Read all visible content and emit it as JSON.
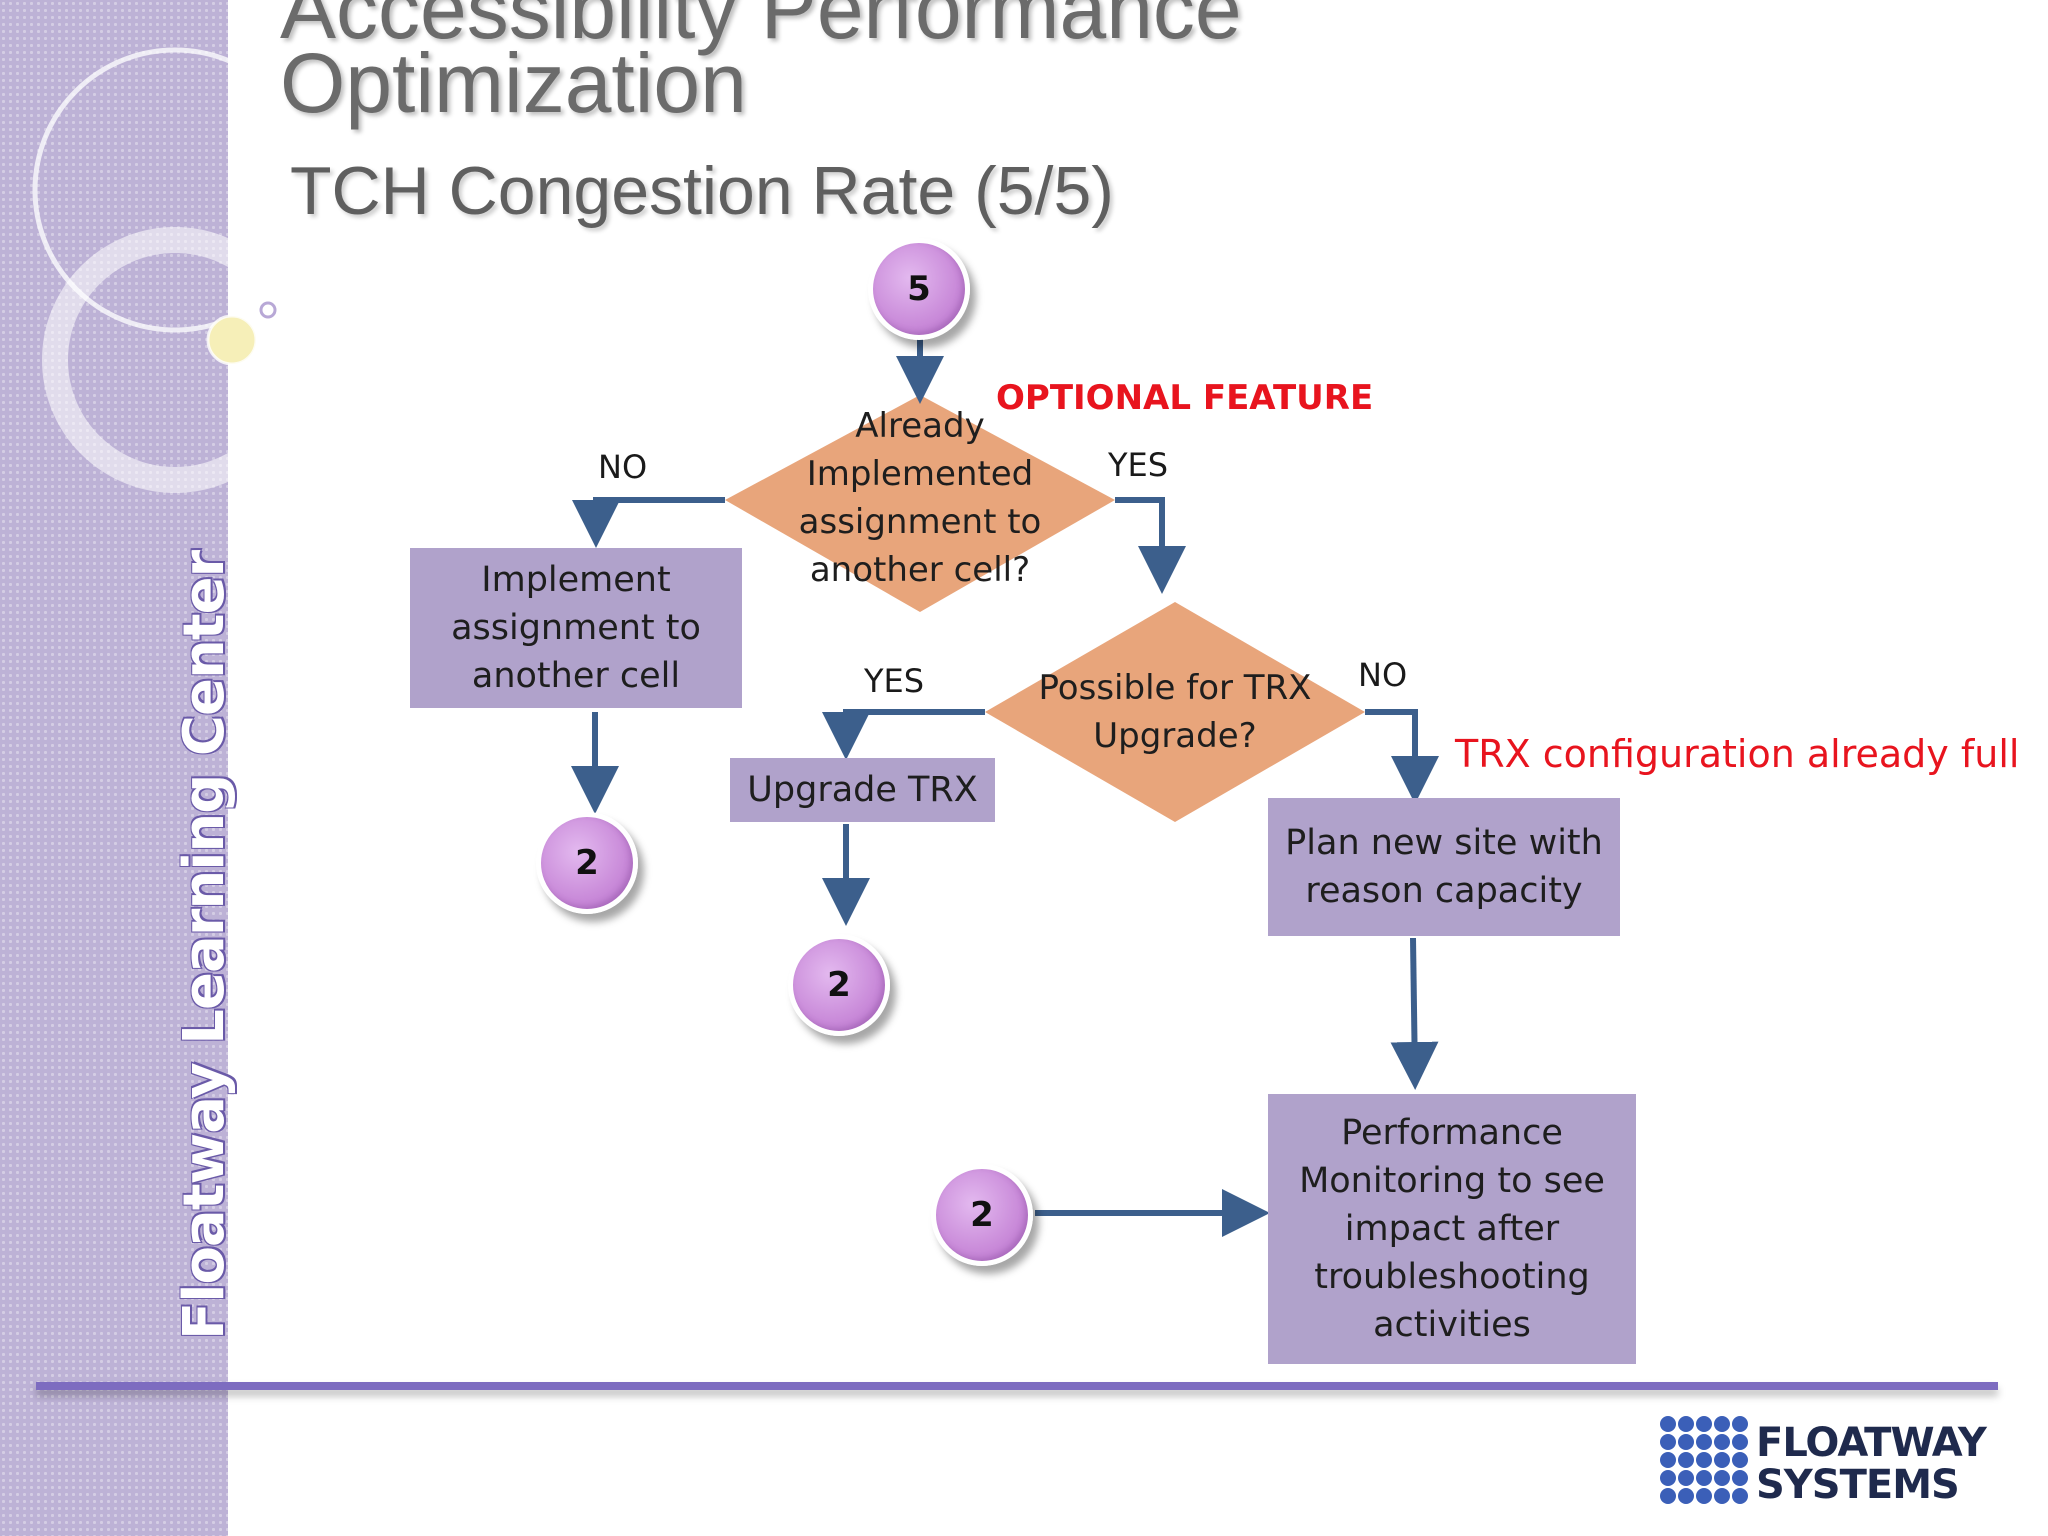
{
  "title": "Accessibility Performance\nOptimization",
  "subtitle": "TCH Congestion Rate (5/5)",
  "side_label": "Floatway Learning Center",
  "logo": {
    "line1": "FLOATWAY",
    "line2": "SYSTEMS"
  },
  "colors": {
    "process_box": "#b0a2cb",
    "decision": "#e8a57b",
    "connector": "#c98ad9",
    "arrow": "#3c5f8c",
    "highlight_text": "#e8141e"
  },
  "flow": {
    "start_connector": "5",
    "decision1": "Already\nImplemented\nassignment to\nanother cell?",
    "decision1_no": "NO",
    "decision1_yes": "YES",
    "optional_note": "OPTIONAL FEATURE",
    "implement_box": "Implement\nassignment to\nanother cell",
    "decision2": "Possible for TRX\nUpgrade?",
    "decision2_yes": "YES",
    "decision2_no": "NO",
    "trx_note": "TRX configuration already full",
    "upgrade_box": "Upgrade TRX",
    "plan_box": "Plan new site with\nreason capacity",
    "monitor_box": "Performance\nMonitoring  to see\nimpact after\ntroubleshooting\nactivities",
    "connector_a": "2",
    "connector_b": "2",
    "connector_c": "2"
  }
}
